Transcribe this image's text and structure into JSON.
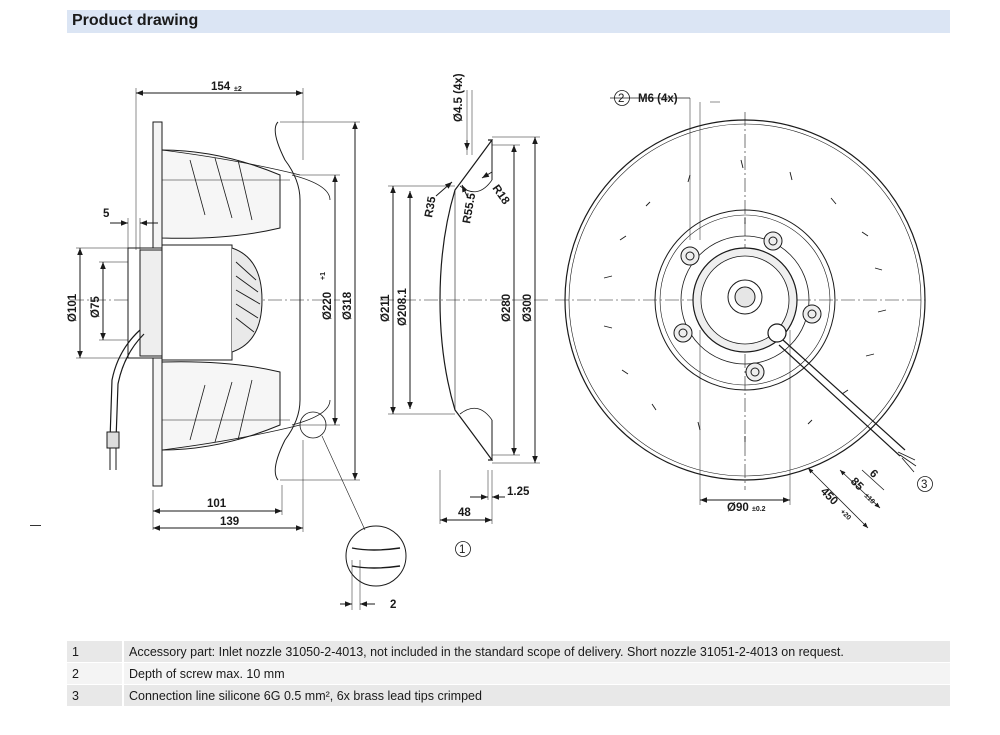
{
  "header": {
    "title": "Product drawing"
  },
  "side_view": {
    "dims": {
      "width_total": "154",
      "width_total_tol": "±2",
      "flange_offset": "5",
      "d_hub_outer": "Ø101",
      "d_hub_inner": "Ø75",
      "d_impeller": "Ø220",
      "d_impeller_tol": "+1",
      "d_outer": "Ø318",
      "depth_101": "101",
      "depth_139": "139",
      "detail_2": "2"
    }
  },
  "nozzle_view": {
    "dims": {
      "hole": "Ø4.5 (4x)",
      "r35": "R35",
      "r55": "R55.5",
      "r18": "R18",
      "d211": "Ø211",
      "d208": "Ø208.1",
      "d280": "Ø280",
      "d300": "Ø300",
      "w48": "48",
      "w125": "1.25"
    },
    "callout": "1"
  },
  "front_view": {
    "callout_2": "2",
    "m6": "M6 (4x)",
    "d90": "Ø90",
    "d90_tol": "±0.2",
    "cable_450": "450",
    "cable_450_tol": "+20",
    "cable_85": "85",
    "cable_85_tol": "±10",
    "cable_6": "6",
    "callout_3": "3"
  },
  "notes": [
    {
      "num": "1",
      "text": "Accessory part: Inlet nozzle 31050-2-4013, not included in the standard scope of delivery. Short nozzle 31051-2-4013 on request."
    },
    {
      "num": "2",
      "text": "Depth of screw max. 10 mm"
    },
    {
      "num": "3",
      "text": "Connection line silicone 6G 0.5 mm², 6x brass lead tips crimped"
    }
  ]
}
